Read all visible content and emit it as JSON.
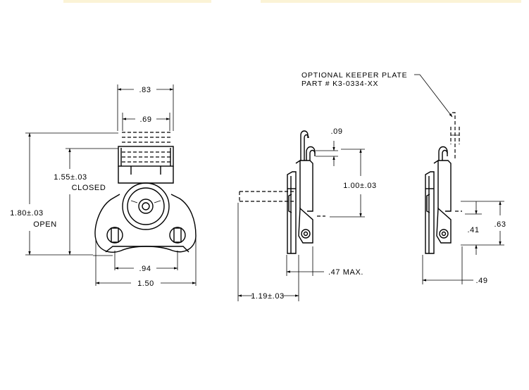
{
  "drawing": {
    "front_view": {
      "overall_width": ".83",
      "inner_width": ".69",
      "closed_height": "1.55±.03",
      "closed_label": "CLOSED",
      "open_height": "1.80±.03",
      "open_label": "OPEN",
      "hole_spacing": ".94",
      "base_width": "1.50"
    },
    "side_view": {
      "hook_offset": ".09",
      "height": "1.00±.03",
      "max_depth": ".47 MAX.",
      "open_reach": "1.19±.03"
    },
    "keeper_view": {
      "note_line1": "OPTIONAL KEEPER PLATE",
      "note_line2": "PART # K3-0334-XX",
      "offset_small": ".41",
      "offset_large": ".63",
      "depth": ".49"
    }
  }
}
